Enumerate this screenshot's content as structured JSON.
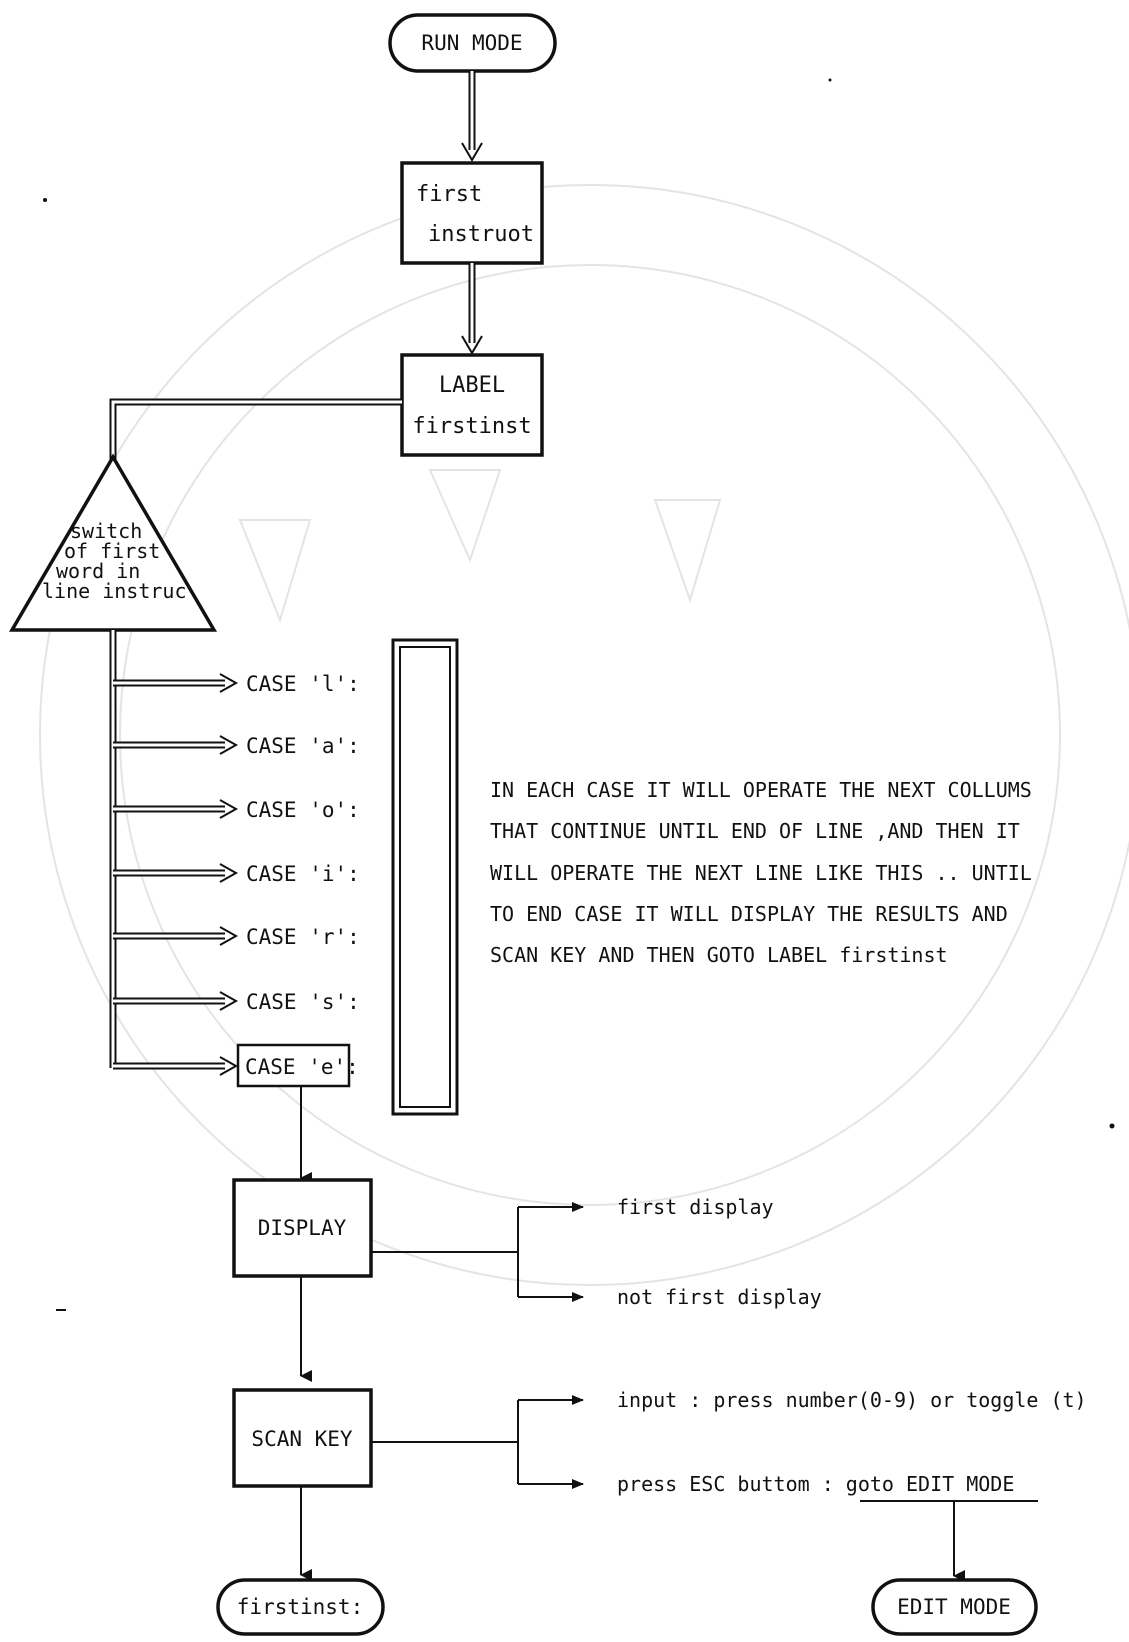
{
  "start": "RUN MODE",
  "first_instruction_box": [
    "first",
    "instruot"
  ],
  "label_box": [
    "LABEL",
    "firstinst"
  ],
  "switch_triangle": [
    "switch",
    "of first",
    "word in",
    "line instruc"
  ],
  "cases": [
    "CASE 'l':",
    "CASE 'a':",
    "CASE 'o':",
    "CASE 'i':",
    "CASE 'r':",
    "CASE 's':",
    "CASE 'e':"
  ],
  "description": [
    "IN EACH CASE IT WILL OPERATE THE NEXT COLLUMS",
    "THAT CONTINUE UNTIL END OF LINE ,AND THEN IT",
    "WILL OPERATE THE NEXT LINE LIKE THIS .. UNTIL",
    "TO END CASE IT WILL DISPLAY THE RESULTS AND",
    "SCAN KEY AND THEN GOTO LABEL firstinst"
  ],
  "display_box": "DISPLAY",
  "display_outputs": [
    "first display",
    "not first display"
  ],
  "scan_key_box": "SCAN KEY",
  "scan_key_outputs": [
    "input : press number(0-9) or toggle (t)",
    "press ESC buttom : goto EDIT MODE"
  ],
  "end_terminal": "firstinst:",
  "edit_terminal": "EDIT MODE"
}
